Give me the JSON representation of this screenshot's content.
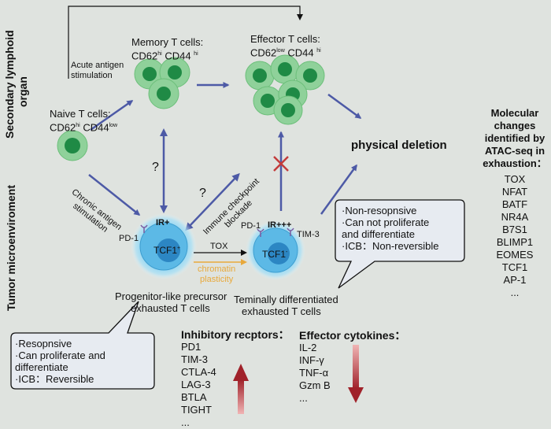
{
  "side_labels": {
    "secondary_lymphoid": [
      "Secondary lymphoid",
      "organ"
    ],
    "tumor_microenvironment": "Tumor  microenviroment"
  },
  "naive": {
    "title": "Naive T cells:",
    "m1": "CD62",
    "s1": "hi",
    "m2": " CD44",
    "s2": "low"
  },
  "memory": {
    "title": "Memory T cells:",
    "m1": "CD62",
    "s1": "hi",
    "m2": "  CD44 ",
    "s2": "hi"
  },
  "effector": {
    "title": "Effector T cells:",
    "m1": "CD62",
    "s1": "low",
    "m2": "  CD44 ",
    "s2": "hi"
  },
  "acute": [
    "Acute  antigen",
    "stimulation"
  ],
  "chronic": [
    "Chronic antigen",
    "stimulation"
  ],
  "icb_diag": [
    "Immune checkpoint",
    "blockade"
  ],
  "question": "?",
  "physical_deletion": "physical deletion",
  "molecular": {
    "title": [
      "Molecular",
      "changes",
      "identified by",
      "ATAC-seq in",
      "exhaustion："
    ],
    "items": [
      "TOX",
      "NFAT",
      "BATF",
      "NR4A",
      "B7S1",
      "BLIMP1",
      "EOMES",
      "TCF1",
      "AP-1",
      "..."
    ]
  },
  "progenitor": {
    "pd1": "PD-1",
    "ir": "IR+",
    "tcf": "TCF1",
    "tcf_sup": "+",
    "caption": [
      "Progenitor-like precursor",
      "exhausted T cells"
    ]
  },
  "terminal": {
    "pd1": "PD-1",
    "ir": "IR+++",
    "tim3": "TIM-3",
    "tcf": "TCF1",
    "tcf_sup": "-",
    "caption": [
      "Teminally differentiated",
      "exhausted T cells"
    ]
  },
  "tox": "TOX",
  "chromatin": [
    "chromatin",
    "plasticity"
  ],
  "bubble_left": [
    "·Resopnsive",
    "·Can proliferate and",
    "differentiate",
    "·ICB：Reversible"
  ],
  "bubble_right": [
    "·Non-resopnsive",
    "·Can not proliferate",
    "and differentiate",
    "·ICB：Non-reversible"
  ],
  "inhibitory": {
    "title": "Inhibitory recptors：",
    "items": [
      "PD1",
      "TIM-3",
      "CTLA-4",
      "LAG-3",
      "BTLA",
      "TIGHT",
      "..."
    ]
  },
  "cytokines": {
    "title": "Effector cytokines：",
    "items": [
      "IL-2",
      "INF-γ",
      "TNF-α",
      "Gzm B",
      "..."
    ]
  },
  "colors": {
    "background": "#dfe3df",
    "arrow": "#4d5aa6",
    "cell_outer": "#8fd19a",
    "cell_inner": "#1f8a45",
    "exh_outer": "#78c8ee",
    "exh_inner": "#2c86c3",
    "cross": "#c33b3b",
    "up_arrow": "#a33a3a",
    "chromatin": "#e8a93c",
    "bubble_fill": "#e7ebf1"
  }
}
